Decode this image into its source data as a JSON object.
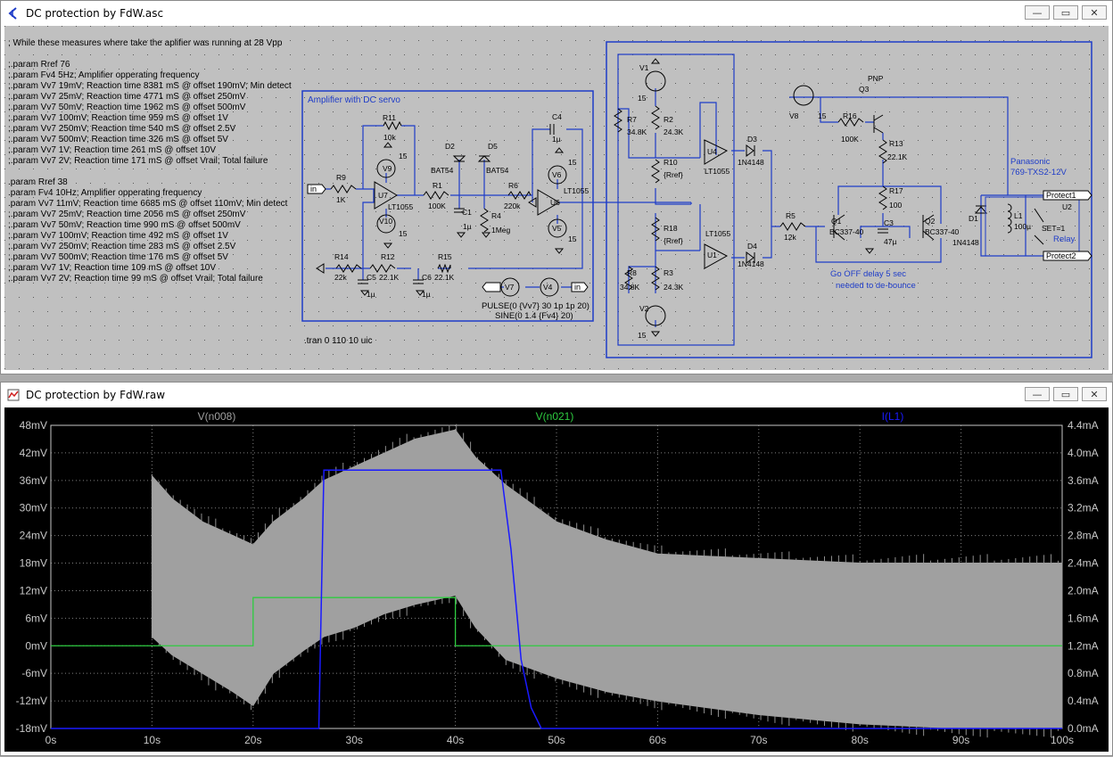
{
  "schematic_window": {
    "title": "DC protection by FdW.asc",
    "controls": {
      "minimize": "—",
      "restore": "▭",
      "close": "✕"
    },
    "notes": [
      "; While these measures where take the aplifier was running at 28 Vpp",
      ";.param Rref 76",
      ";.param Fv4 5Hz; Amplifier opperating frequency",
      ";.param Vv7 19mV; Reaction time 8381 mS @ offset 190mV; Min detect",
      ";.param Vv7 25mV; Reaction time 4771 mS @ offset 250mV",
      ";.param Vv7 50mV; Reaction time 1962 mS @ offset 500mV",
      ";.param Vv7 100mV; Reaction time 959 mS @ offset 1V",
      ";.param Vv7 250mV; Reaction time 540 mS @ offset 2.5V",
      ";.param Vv7 500mV; Reaction time 326 mS @ offset 5V",
      ";.param Vv7 1V; Reaction time 261 mS @ offset 10V",
      ";.param Vv7 2V; Reaction time 171 mS @ offset Vrail; Total failure",
      ".param Rref 38",
      ".param Fv4 10Hz; Amplifier opperating frequency",
      ".param Vv7 11mV; Reaction time 6685 mS @ offset 110mV; Min detect",
      ";.param Vv7 25mV; Reaction time 2056 mS @ offset 250mV",
      ";.param Vv7 50mV; Reaction time 990 mS @ offset 500mV",
      ";.param Vv7 100mV; Reaction time 492 mS @ offset 1V",
      ";.param Vv7 250mV; Reaction time 283 mS @ offset 2.5V",
      ";.param Vv7 500mV; Reaction time 176 mS @ offset 5V",
      ";.param Vv7 1V; Reaction time 109 mS @ offset 10V",
      ";.param Vv7 2V; Reaction time 99 mS @ offset Vrail; Total failure"
    ],
    "tran": ".tran 0 110 10 uic",
    "box_amp_title": "Amplifier with DC servo",
    "pulse": "PULSE(0 {Vv7} 30 1p 1p 20)",
    "sine": "SINE(0 1.4 {Fv4} 20)",
    "relay_mfr": "Panasonic",
    "relay_part": "769-TXS2-12V",
    "note_off_1": "Go OFF delay 5 sec",
    "note_off_2": "needed to de-bounce",
    "labels": {
      "R11": "R11",
      "R11v": "10k",
      "R9": "R9",
      "R9v": "1K",
      "R1": "R1",
      "R1v": "100K",
      "R6": "R6",
      "R6v": "220k",
      "R4": "R4",
      "R4v": "1Meg",
      "C1": "C1",
      "C1v": "1µ",
      "C4": "C4",
      "C4v": "1µ",
      "U7": "U7",
      "U6": "U6",
      "LT1055": "LT1055",
      "D2": "D2",
      "D5": "D5",
      "BAT54": "BAT54",
      "V9": "V9",
      "V10": "V10",
      "V6": "V6",
      "V5": "V5",
      "v15": "15",
      "R14": "R14",
      "R14v": "22k",
      "R12": "R12",
      "R12v": "22.1K",
      "R15": "R15",
      "R15v": "22.1K",
      "C5": "C5",
      "C5v": "1µ",
      "C6": "C6",
      "C6v": "1µ",
      "V7": "V7",
      "V4": "V4",
      "in": "in",
      "V1": "V1",
      "V2": "V2",
      "R7": "R7",
      "R7v": "34.8K",
      "R2": "R2",
      "R2v": "24.3K",
      "R10": "R10",
      "Rref": "{Rref}",
      "R18": "R18",
      "R8": "R8",
      "R8v": "34.8K",
      "R3": "R3",
      "R3v": "24.3K",
      "U4": "U4",
      "U1": "U1",
      "D3": "D3",
      "D4": "D4",
      "N4148": "1N4148",
      "R5": "R5",
      "R5v": "12k",
      "V8": "V8",
      "R16": "R16",
      "R16v": "100K",
      "PNP": "PNP",
      "Q3": "Q3",
      "R13": "R13",
      "R13v": "22.1K",
      "R17": "R17",
      "R17v": "100",
      "C3": "C3",
      "C3v": "47µ",
      "Q1": "Q1",
      "Q2": "Q2",
      "BC337": "BC337-40",
      "D1": "D1",
      "L1": "L1",
      "L1v": "100µ",
      "SET": "SET=1",
      "U2": "U2",
      "Relay": "Relay",
      "Protect1": "Protect1",
      "Protect2": "Protect2"
    }
  },
  "plot_window": {
    "title": "DC protection by FdW.raw",
    "controls": {
      "minimize": "—",
      "restore": "▭",
      "close": "✕"
    },
    "legend": {
      "v1": "V(n008)",
      "v2": "V(n021)",
      "i1": "I(L1)"
    },
    "colors": {
      "v1": "#a0a0a0",
      "v2": "#2ecc40",
      "i1": "#1a1aff"
    }
  },
  "chart_data": {
    "type": "line",
    "x_label": "s",
    "x_ticks": [
      "0s",
      "10s",
      "20s",
      "30s",
      "40s",
      "50s",
      "60s",
      "70s",
      "80s",
      "90s",
      "100s"
    ],
    "xlim": [
      0,
      100
    ],
    "y_left_ticks": [
      "48mV",
      "42mV",
      "36mV",
      "30mV",
      "24mV",
      "18mV",
      "12mV",
      "6mV",
      "0mV",
      "-6mV",
      "-12mV",
      "-18mV"
    ],
    "ylim_left_mV": [
      -18,
      48
    ],
    "y_right_ticks": [
      "4.4mA",
      "4.0mA",
      "3.6mA",
      "3.2mA",
      "2.8mA",
      "2.4mA",
      "2.0mA",
      "1.6mA",
      "1.2mA",
      "0.8mA",
      "0.4mA",
      "0.0mA"
    ],
    "ylim_right_mA": [
      0.0,
      4.4
    ],
    "series": [
      {
        "name": "V(n008)",
        "kind": "envelope_mV",
        "x": [
          10,
          12,
          15,
          18,
          20,
          22,
          25,
          27,
          30,
          33,
          36,
          38,
          40,
          42,
          45,
          50,
          55,
          60,
          70,
          80,
          90,
          100
        ],
        "upper": [
          37,
          32,
          27,
          24,
          22,
          27,
          32,
          36,
          39,
          42,
          45,
          46,
          47,
          41,
          35,
          27,
          23,
          20,
          19,
          18,
          18,
          18
        ],
        "lower": [
          2,
          -2,
          -6,
          -10,
          -13,
          -6,
          -1,
          2,
          4,
          7,
          9,
          10,
          11,
          4,
          -3,
          -7,
          -10,
          -12,
          -15,
          -17,
          -18,
          -18
        ]
      },
      {
        "name": "V(n021)",
        "unit": "mV",
        "x": [
          0,
          20,
          20,
          40,
          40,
          100
        ],
        "y": [
          0,
          0,
          10.5,
          10.5,
          0,
          0
        ]
      },
      {
        "name": "I(L1)",
        "unit": "mA",
        "x": [
          0,
          26.5,
          27,
          44,
          44.5,
          45.5,
          46.5,
          47.5,
          48.5,
          100
        ],
        "y": [
          0.0,
          0.0,
          3.75,
          3.75,
          3.75,
          2.6,
          1.0,
          0.3,
          0.0,
          0.0
        ]
      }
    ]
  }
}
